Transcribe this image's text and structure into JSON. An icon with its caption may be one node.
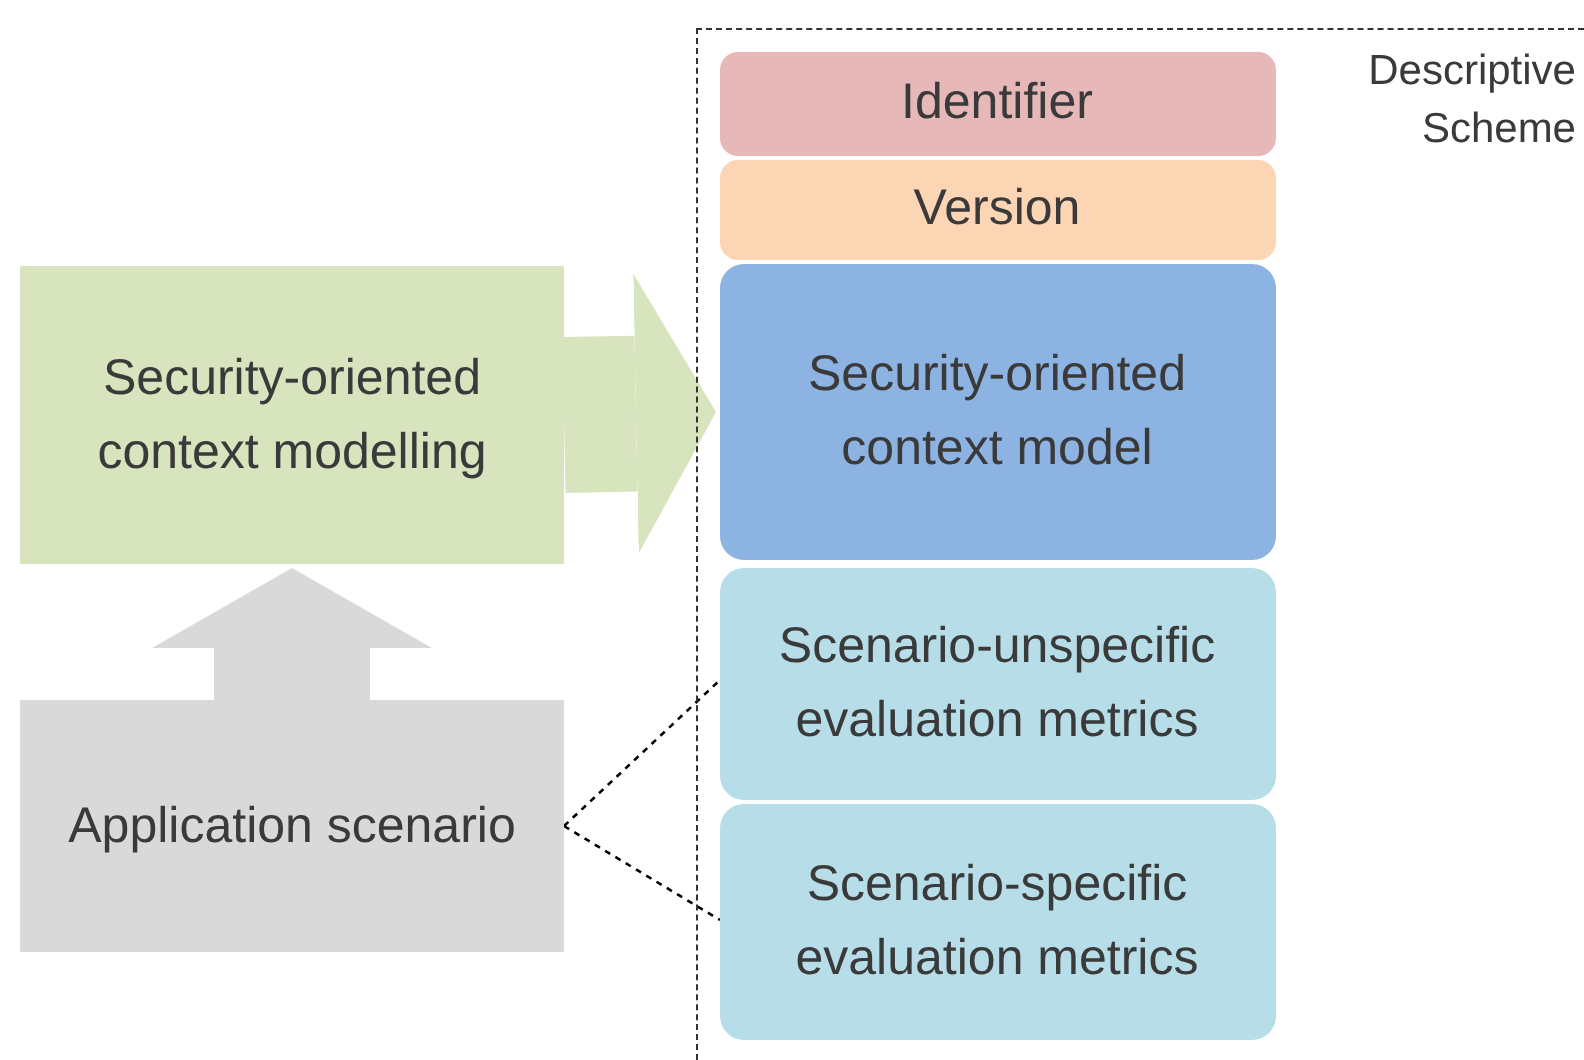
{
  "diagram": {
    "nodes": [
      {
        "text": [
          "Descriptive Scheme"
        ]
      },
      {
        "text": [
          "Identifier"
        ],
        "in": 0
      },
      {
        "text": [
          "Version"
        ],
        "in": 0
      },
      {
        "text": [
          "Security-oriented context model"
        ],
        "in": 0
      },
      {
        "text": [
          "Scenario-unspecific evaluation metrics"
        ],
        "in": 0
      },
      {
        "text": [
          "Scenario-specific evaluation metrics"
        ],
        "in": 0
      },
      {
        "text": [
          "Security-oriented context modelling"
        ]
      },
      {
        "text": [
          "Application scenario"
        ]
      }
    ],
    "edges": [
      {
        "from": 6,
        "to": 3,
        "arrow": "to",
        "style": "thick",
        "color": "#d7e4bd"
      },
      {
        "from": 7,
        "to": 6,
        "arrow": "to",
        "style": "thick",
        "color": "#d9d9d9"
      },
      {
        "from": 7,
        "to": 4,
        "arrow": "none",
        "style": "dashed"
      },
      {
        "from": 7,
        "to": 5,
        "arrow": "none",
        "style": "dashed"
      }
    ]
  }
}
